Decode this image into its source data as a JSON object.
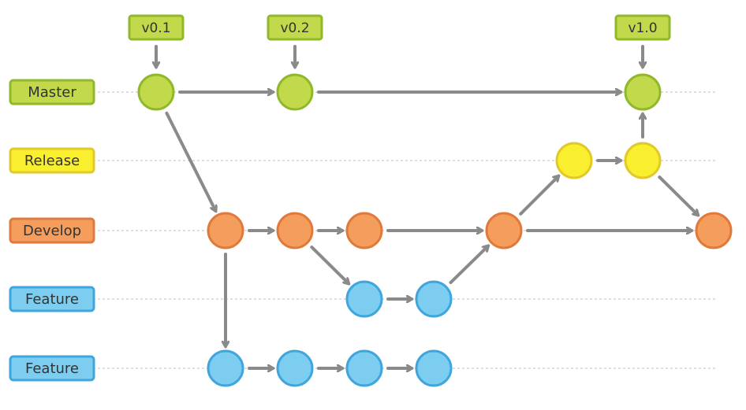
{
  "branches": [
    {
      "id": "master",
      "label": "Master",
      "fill": "#c2d94c",
      "stroke": "#8fb82a",
      "text": "#333333"
    },
    {
      "id": "release",
      "label": "Release",
      "fill": "#f9ef2f",
      "stroke": "#e0c928",
      "text": "#333333"
    },
    {
      "id": "develop",
      "label": "Develop",
      "fill": "#f49d5c",
      "stroke": "#e07a3c",
      "text": "#333333"
    },
    {
      "id": "feature1",
      "label": "Feature",
      "fill": "#7ccdf0",
      "stroke": "#3ea6dc",
      "text": "#333333"
    },
    {
      "id": "feature2",
      "label": "Feature",
      "fill": "#7ccdf0",
      "stroke": "#3ea6dc",
      "text": "#333333"
    }
  ],
  "tags": [
    {
      "id": "tag-v01",
      "label": "v0.1",
      "commit": "m1"
    },
    {
      "id": "tag-v02",
      "label": "v0.2",
      "commit": "m2"
    },
    {
      "id": "tag-v10",
      "label": "v1.0",
      "commit": "m3"
    }
  ],
  "tag_style": {
    "fill": "#c2d94c",
    "stroke": "#8fb82a",
    "text": "#333333"
  },
  "commits": [
    {
      "id": "m1",
      "branch": "master"
    },
    {
      "id": "m2",
      "branch": "master"
    },
    {
      "id": "m3",
      "branch": "master"
    },
    {
      "id": "r1",
      "branch": "release"
    },
    {
      "id": "r2",
      "branch": "release"
    },
    {
      "id": "d1",
      "branch": "develop"
    },
    {
      "id": "d2",
      "branch": "develop"
    },
    {
      "id": "d3",
      "branch": "develop"
    },
    {
      "id": "d4",
      "branch": "develop"
    },
    {
      "id": "d5",
      "branch": "develop"
    },
    {
      "id": "f1a",
      "branch": "feature1"
    },
    {
      "id": "f1b",
      "branch": "feature1"
    },
    {
      "id": "f2a",
      "branch": "feature2"
    },
    {
      "id": "f2b",
      "branch": "feature2"
    },
    {
      "id": "f2c",
      "branch": "feature2"
    },
    {
      "id": "f2d",
      "branch": "feature2"
    }
  ],
  "edges": [
    [
      "m1",
      "m2"
    ],
    [
      "m2",
      "m3"
    ],
    [
      "m1",
      "d1"
    ],
    [
      "d1",
      "d2"
    ],
    [
      "d2",
      "d3"
    ],
    [
      "d3",
      "d4"
    ],
    [
      "d4",
      "d5"
    ],
    [
      "d2",
      "f1a"
    ],
    [
      "f1a",
      "f1b"
    ],
    [
      "f1b",
      "d4"
    ],
    [
      "d4",
      "r1"
    ],
    [
      "r1",
      "r2"
    ],
    [
      "r2",
      "m3"
    ],
    [
      "r2",
      "d5"
    ],
    [
      "d1",
      "f2a"
    ],
    [
      "f2a",
      "f2b"
    ],
    [
      "f2b",
      "f2c"
    ],
    [
      "f2c",
      "f2d"
    ]
  ],
  "colors": {
    "arrow": "#8a8a8a",
    "lane_line": "#bdbdbd"
  }
}
